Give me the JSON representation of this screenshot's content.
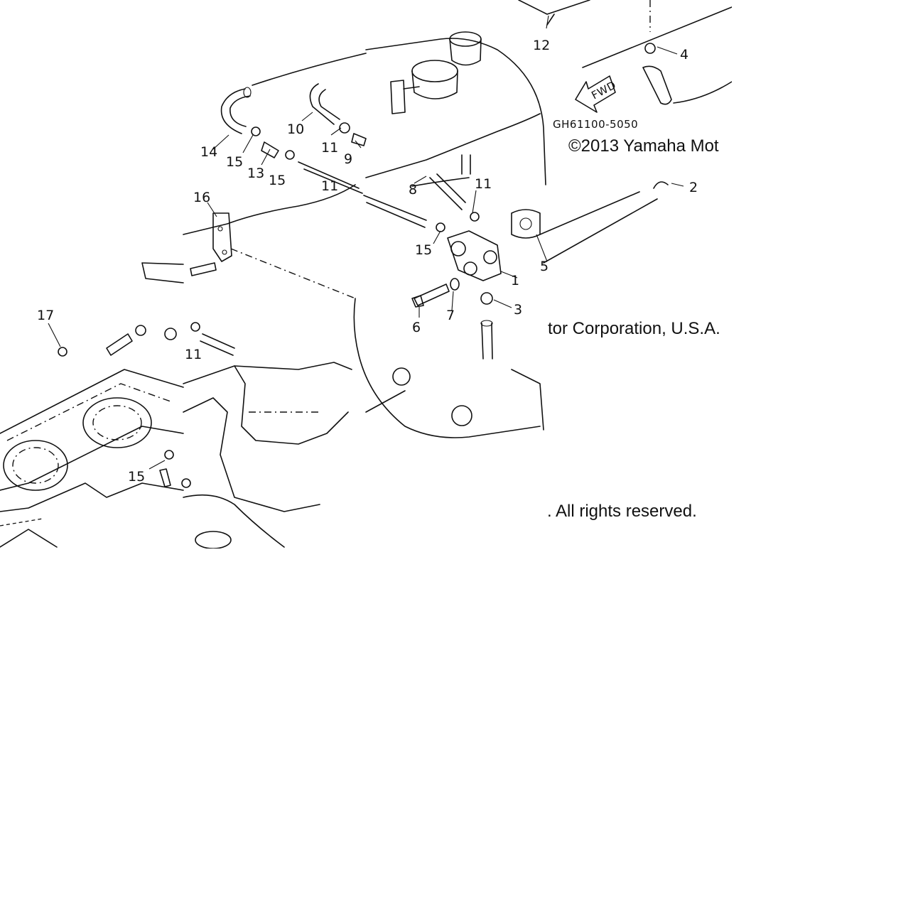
{
  "diagram": {
    "part_code": "GH61100-5050",
    "fwd_label": "FWD",
    "copyright": {
      "line1": "©2013 Yamaha Mot",
      "line2": "tor Corporation, U.S.A.",
      "line3": ". All rights reserved."
    },
    "callouts": [
      {
        "id": "c1",
        "label": "1"
      },
      {
        "id": "c2",
        "label": "2"
      },
      {
        "id": "c3",
        "label": "3"
      },
      {
        "id": "c4",
        "label": "4"
      },
      {
        "id": "c5",
        "label": "5"
      },
      {
        "id": "c6",
        "label": "6"
      },
      {
        "id": "c7",
        "label": "7"
      },
      {
        "id": "c8",
        "label": "8"
      },
      {
        "id": "c9",
        "label": "9"
      },
      {
        "id": "c10",
        "label": "10"
      },
      {
        "id": "c11a",
        "label": "11"
      },
      {
        "id": "c11b",
        "label": "11"
      },
      {
        "id": "c11c",
        "label": "11"
      },
      {
        "id": "c11d",
        "label": "11"
      },
      {
        "id": "c12",
        "label": "12"
      },
      {
        "id": "c13",
        "label": "13"
      },
      {
        "id": "c14",
        "label": "14"
      },
      {
        "id": "c15a",
        "label": "15"
      },
      {
        "id": "c15b",
        "label": "15"
      },
      {
        "id": "c15c",
        "label": "15"
      },
      {
        "id": "c15d",
        "label": "15"
      },
      {
        "id": "c16",
        "label": "16"
      },
      {
        "id": "c17",
        "label": "17"
      }
    ]
  }
}
